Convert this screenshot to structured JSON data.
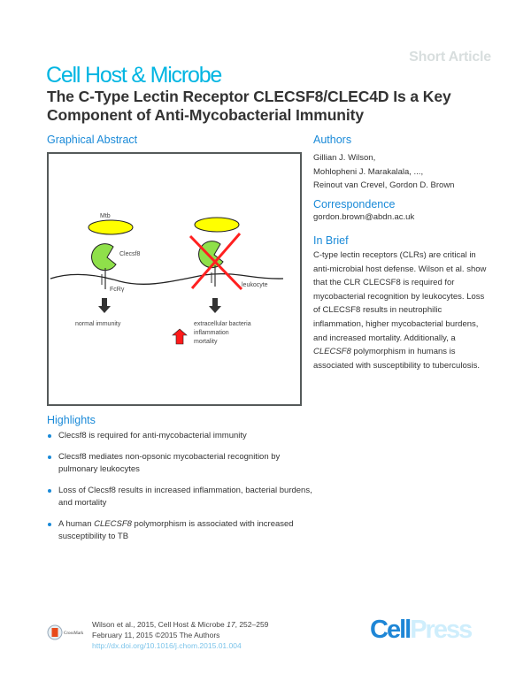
{
  "header": {
    "article_type": "Short Article",
    "journal": "Cell Host & Microbe",
    "title": "The C-Type Lectin Receptor CLECSF8/CLEC4D Is a Key Component of Anti-Mycobacterial Immunity"
  },
  "graphical_abstract": {
    "heading": "Graphical Abstract",
    "labels": {
      "mtb": "Mtb",
      "clecsf8": "Clecsf8",
      "fcr": "FcRγ",
      "leukocyte": "leukocyte",
      "normal": "normal immunity",
      "outcome_lines": [
        "extracellular bacteria",
        "inflammation",
        "mortality"
      ]
    },
    "colors": {
      "bacterium": "#ffff00",
      "receptor": "#8fe04a",
      "cross": "#ff2020",
      "up_arrow": "#ff1a1a"
    }
  },
  "authors": {
    "heading": "Authors",
    "lines": [
      "Gillian J. Wilson,",
      "Mohlopheni J. Marakalala, ...,",
      "Reinout van Crevel, Gordon D. Brown"
    ]
  },
  "correspondence": {
    "heading": "Correspondence",
    "email": "gordon.brown@abdn.ac.uk"
  },
  "in_brief": {
    "heading": "In Brief",
    "text_pre": "C-type lectin receptors (CLRs) are critical in anti-microbial host defense. Wilson et al. show that the CLR CLECSF8 is required for mycobacterial recognition by leukocytes. Loss of CLECSF8 results in neutrophilic inflammation, higher mycobacterial burdens, and increased mortality. Additionally, a ",
    "text_italic": "CLECSF8",
    "text_post": " polymorphism in humans is associated with susceptibility to tuberculosis."
  },
  "highlights": {
    "heading": "Highlights",
    "items": [
      {
        "pre": "Clecsf8 is required for anti-mycobacterial immunity",
        "italic": "",
        "post": ""
      },
      {
        "pre": "Clecsf8 mediates non-opsonic mycobacterial recognition by pulmonary leukocytes",
        "italic": "",
        "post": ""
      },
      {
        "pre": "Loss of Clecsf8 results in increased inflammation, bacterial burdens, and mortality",
        "italic": "",
        "post": ""
      },
      {
        "pre": "A human ",
        "italic": "CLECSF8",
        "post": " polymorphism is associated with increased susceptibility to TB"
      }
    ]
  },
  "footer": {
    "crossmark_label": "CrossMark",
    "citation_pre": "Wilson et al., 2015, Cell Host & Microbe ",
    "citation_volume": "17",
    "citation_pages": ", 252–259",
    "date_line": "February 11, 2015 ©2015 The Authors",
    "doi": "http://dx.doi.org/10.1016/j.chom.2015.01.004"
  },
  "publisher": {
    "part1": "Cell",
    "part2": "Press"
  },
  "colors": {
    "journal": "#00b5e2",
    "section_heading": "#1a8ad8",
    "article_type": "#d8dede",
    "cellpress_blue": "#1e86d6",
    "cellpress_light": "#cfeefc"
  }
}
